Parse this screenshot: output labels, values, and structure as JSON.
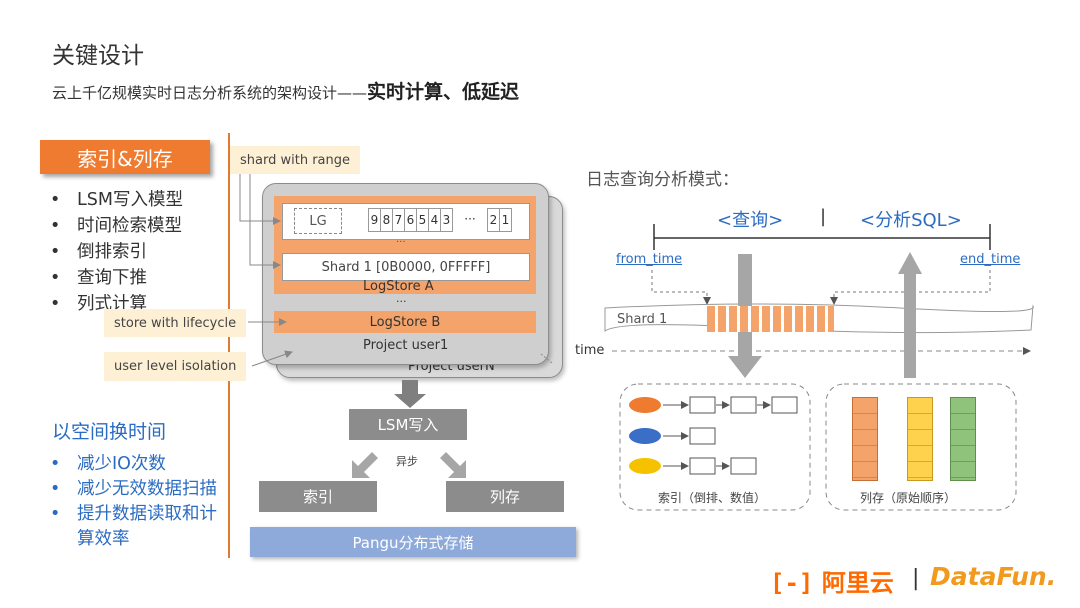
{
  "header": {
    "title": "关键设计",
    "subtitle_prefix": "云上千亿规模实时日志分析系统的架构设计——",
    "subtitle_emphasis": "实时计算、低延迟"
  },
  "left_panel": {
    "badge": "索引&列存",
    "items": [
      "LSM写入模型",
      "时间检索模型",
      "倒排索引",
      "查询下推",
      "列式计算"
    ]
  },
  "space_section": {
    "title": "以空间换时间",
    "items": [
      "减少IO次数",
      "减少无效数据扫描",
      "提升数据读取和计",
      "算效率"
    ]
  },
  "architecture": {
    "callouts": {
      "shard_range": "shard with range",
      "lifecycle": "store with lifecycle",
      "isolation": "user level isolation"
    },
    "lg_label": "LG",
    "shard_numbers": [
      "9",
      "8",
      "7",
      "6",
      "5",
      "4",
      "3",
      "···",
      "2",
      "1"
    ],
    "ellipsis_small": "···",
    "shard_label": "Shard 1 [0B0000, 0FFFFF]",
    "logstore_a": "LogStore A",
    "ellipsis_mid": "···",
    "logstore_b": "LogStore B",
    "project_user1": "Project user1",
    "project_usern": "Project userN",
    "lsm_write": "LSM写入",
    "async_label": "异步",
    "index": "索引",
    "column_store": "列存",
    "pangu": "Pangu分布式存储"
  },
  "query_mode": {
    "title": "日志查询分析模式：",
    "query_label": "<查询>",
    "separator": "|",
    "analysis_label": "<分析SQL>",
    "from_time": "from_time",
    "end_time": "end_time",
    "shard_label": "Shard 1",
    "time_label": "time",
    "index_caption": "索引（倒排、数值）",
    "column_caption": "列存（原始顺序）"
  },
  "colors": {
    "accent_orange": "#ee7b2f",
    "blue_text": "#2b6cc2",
    "callout_bg": "#fdf0d5",
    "pangu_blue": "#8eaadb",
    "gray_box": "#8c8c8c",
    "ellipse_orange": "#ee7b2f",
    "ellipse_blue": "#3a6ec7",
    "ellipse_yellow": "#f6c200",
    "col_orange": "#f4a36a",
    "col_yellow": "#ffd24d",
    "col_green": "#8fc27a"
  },
  "footer": {
    "logo_left": "阿里云",
    "separator": "|",
    "logo_right": "DataFun."
  }
}
